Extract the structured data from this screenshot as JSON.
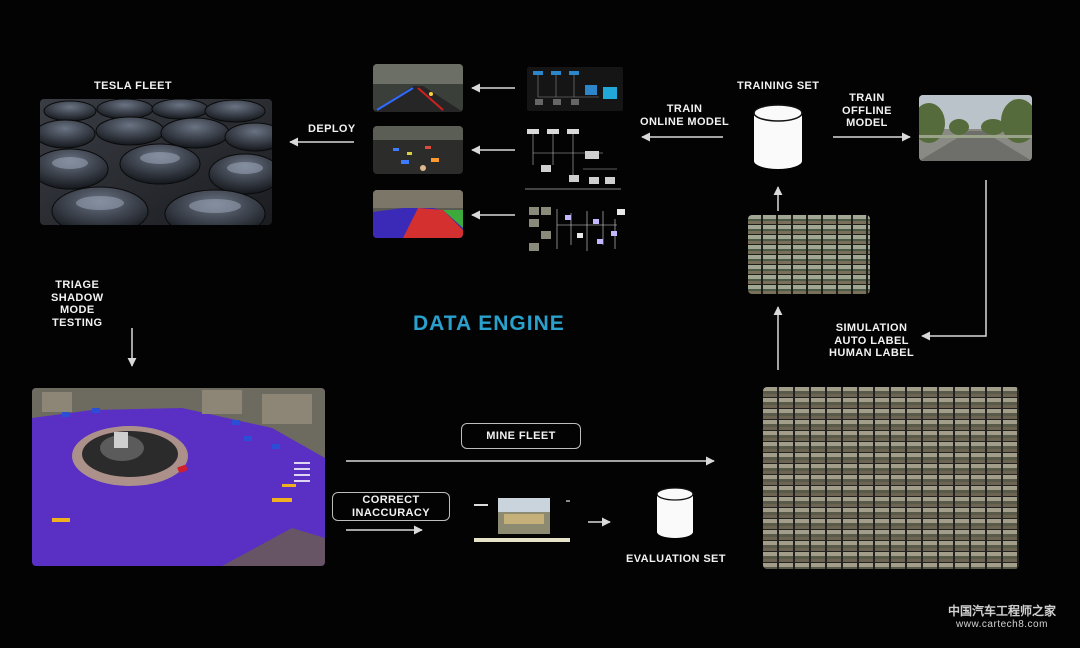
{
  "diagram": {
    "title": "DATA ENGINE",
    "labels": {
      "tesla_fleet": "TESLA FLEET",
      "deploy": "DEPLOY",
      "training_set": "TRAINING SET",
      "train_online_model": "TRAIN\nONLINE MODEL",
      "train_offline_model": "TRAIN\nOFFLINE\nMODEL",
      "triage": "TRIAGE\nSHADOW\nMODE\nTESTING",
      "simulation": "SIMULATION\nAUTO LABEL\nHUMAN LABEL",
      "evaluation_set": "EVALUATION SET"
    },
    "pills": {
      "mine_fleet": "MINE FLEET",
      "correct_inaccuracy": "CORRECT\nINACCURACY"
    },
    "watermark": {
      "line1": "中国汽车工程师之家",
      "line2": "www.cartech8.com"
    },
    "colors": {
      "title": "#2aa0cc",
      "arrow": "#d9d9d9",
      "background": "#030303",
      "purple": "#5a2fc4"
    }
  }
}
